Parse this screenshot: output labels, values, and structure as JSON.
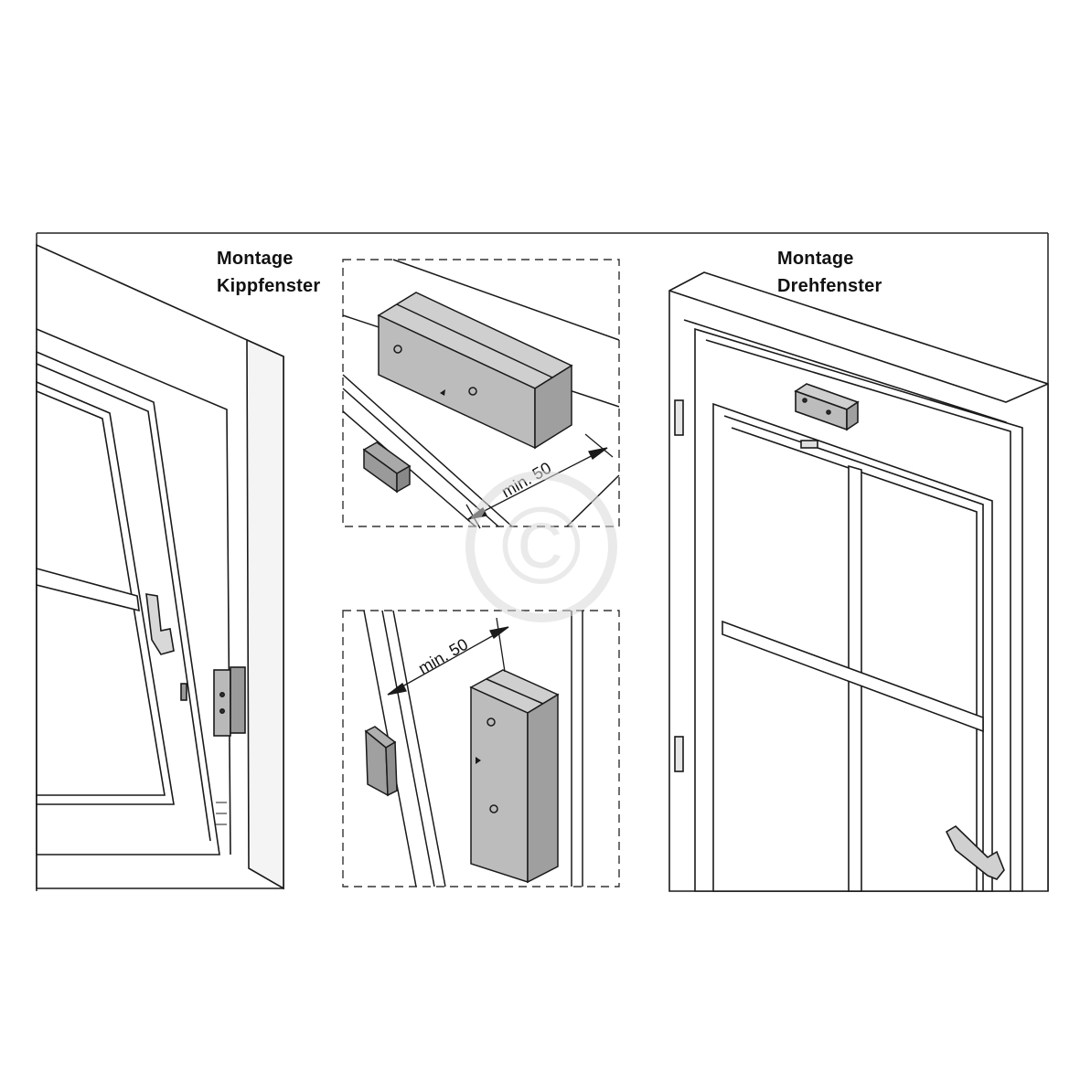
{
  "labels": {
    "left_title_line1": "Montage",
    "left_title_line2": "Kippfenster",
    "right_title_line1": "Montage",
    "right_title_line2": "Drehfenster"
  },
  "dimensions": {
    "top_detail": "min. 50",
    "bottom_detail": "min. 50"
  },
  "watermark": {
    "symbol": "©",
    "color": "#d9d9d9"
  },
  "colors": {
    "line": "#1a1a1a",
    "device_fill": "#b9b9b9",
    "device_dark": "#8d8d8d",
    "frame_fill": "#ffffff"
  }
}
